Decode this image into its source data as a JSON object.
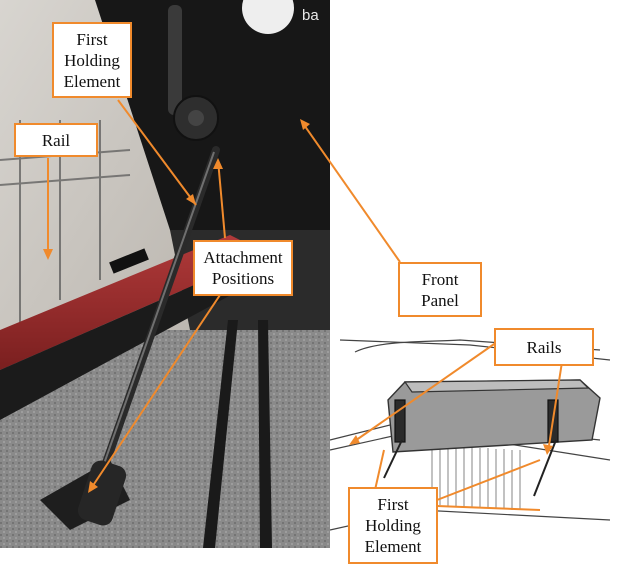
{
  "labels": {
    "first_holding_element_top": "First\nHolding\nElement",
    "rail": "Rail",
    "attachment_positions": "Attachment\nPositions",
    "front_panel": "Front\nPanel",
    "rails": "Rails",
    "first_holding_element_bottom": "First\nHolding\nElement"
  },
  "callout_color": "#f08a2c",
  "logo_fragment": "ba"
}
